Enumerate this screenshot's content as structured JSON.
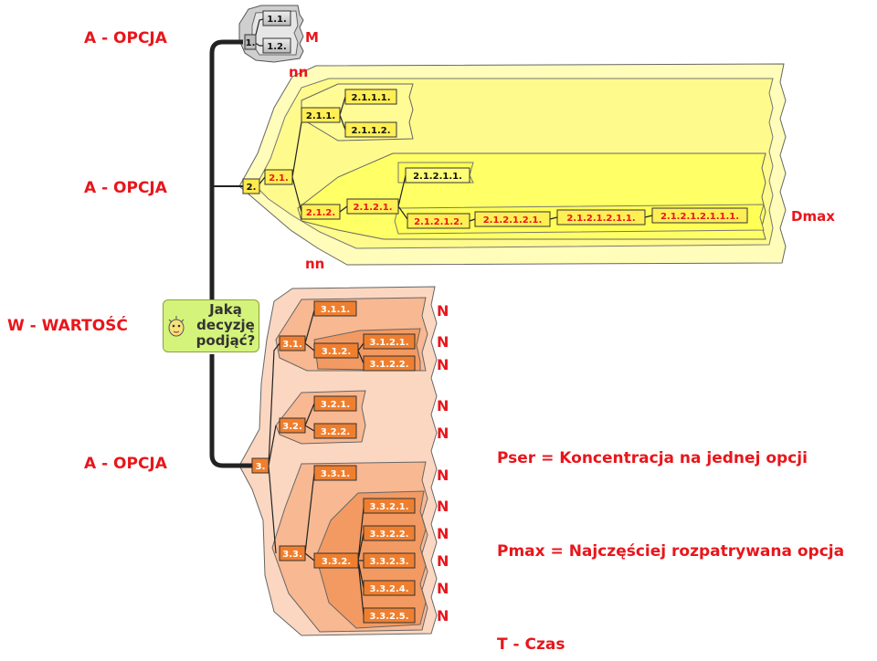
{
  "labels": {
    "option_top": "A - OPCJA",
    "option_mid": "A - OPCJA",
    "option_bottom": "A - OPCJA",
    "value": "W - WARTOŚĆ",
    "m": "M",
    "nn_top": "nn",
    "nn_mid": "nn",
    "dmax": "Dmax",
    "pser": "Pser = Koncentracja na jednej opcji",
    "pmax": "Pmax = Najczęściej rozpatrywana opcja",
    "time": "T - Czas"
  },
  "center": {
    "text": "Jaką decyzję podjąć?"
  },
  "nodes": {
    "n1": "1.",
    "n1_1": "1.1.",
    "n1_2": "1.2.",
    "n2": "2.",
    "n2_1": "2.1.",
    "n2_1_1": "2.1.1.",
    "n2_1_1_1": "2.1.1.1.",
    "n2_1_1_2": "2.1.1.2.",
    "n2_1_2": "2.1.2.",
    "n2_1_2_1": "2.1.2.1.",
    "n2_1_2_1_1": "2.1.2.1.1.",
    "n2_1_2_1_2": "2.1.2.1.2.",
    "n2_1_2_1_2_1": "2.1.2.1.2.1.",
    "n2_1_2_1_2_1_1": "2.1.2.1.2.1.1.",
    "n2_1_2_1_2_1_1_1": "2.1.2.1.2.1.1.1.",
    "n3": "3.",
    "n3_1": "3.1.",
    "n3_1_1": "3.1.1.",
    "n3_1_2": "3.1.2.",
    "n3_1_2_1": "3.1.2.1.",
    "n3_1_2_2": "3.1.2.2.",
    "n3_2": "3.2.",
    "n3_2_1": "3.2.1.",
    "n3_2_2": "3.2.2.",
    "n3_3": "3.3.",
    "n3_3_1": "3.3.1.",
    "n3_3_2": "3.3.2.",
    "n3_3_2_1": "3.3.2.1.",
    "n3_3_2_2": "3.3.2.2.",
    "n3_3_2_3": "3.3.2.3.",
    "n3_3_2_4": "3.3.2.4.",
    "n3_3_2_5": "3.3.2.5."
  },
  "n_marks": [
    "N",
    "N",
    "N",
    "N",
    "N",
    "N",
    "N",
    "N",
    "N",
    "N",
    "N"
  ],
  "colors": {
    "red": "#e8161b",
    "gray_fill": "#c8c8c8",
    "yellow_outer": "#fffcb0",
    "yellow_inner": "#ffff55",
    "orange_outer": "#fbd9c4",
    "orange_mid": "#f6b48a",
    "orange_node": "#ef7f2f",
    "center_fill": "#d4f37a"
  }
}
